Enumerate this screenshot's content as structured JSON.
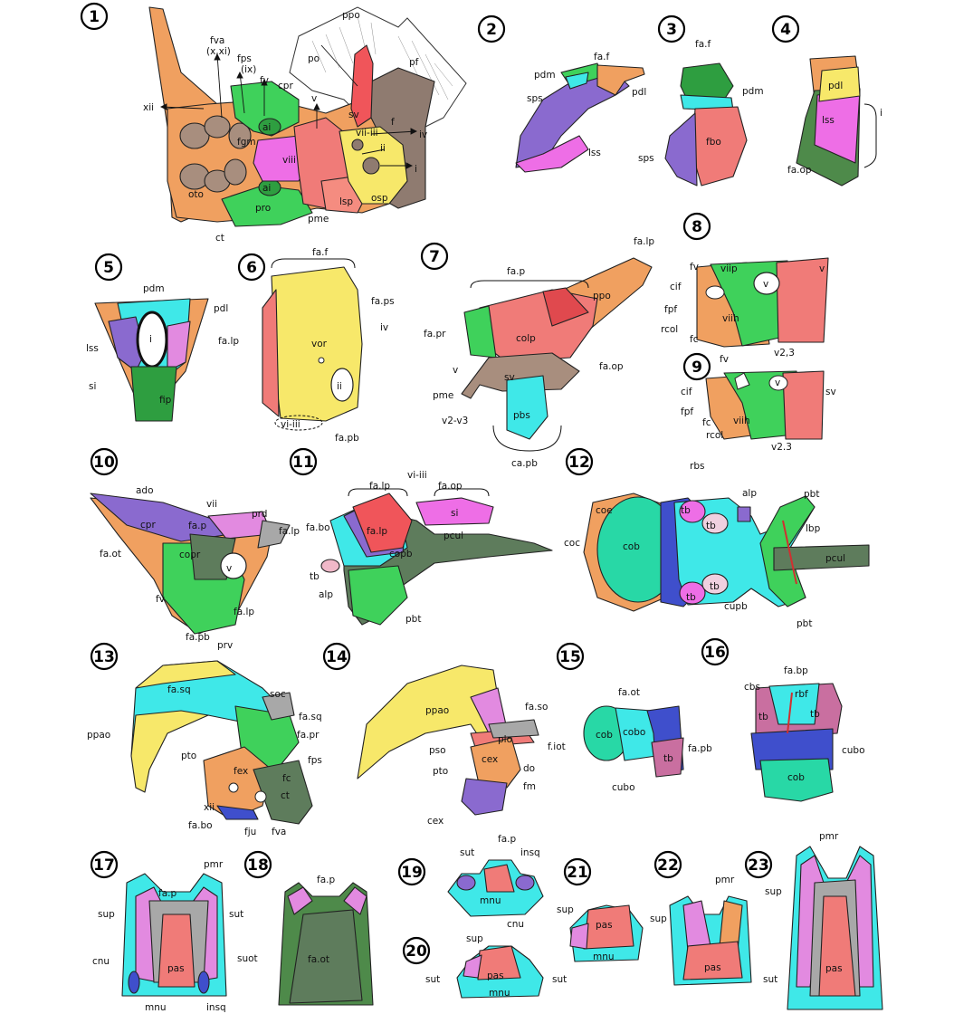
{
  "palette": {
    "orange": "#F0A060",
    "taupe": "#A88E7E",
    "green": "#3FD15B",
    "darkgreen": "#4E8A4A",
    "olive": "#5E7C5C",
    "pink": "#F07B78",
    "salmon": "#F58C80",
    "magenta": "#EE6EE6",
    "lilac": "#E28AE0",
    "purple": "#8A6ACF",
    "blue": "#3F4FCC",
    "cyan": "#3FE8E8",
    "teal": "#28D8A6",
    "yellow": "#F7E86A",
    "grey": "#A8A8A8",
    "brown": "#8F7B70",
    "rose": "#C96FA0"
  },
  "figure_numbers": [
    "1",
    "2",
    "3",
    "4",
    "5",
    "6",
    "7",
    "8",
    "9",
    "10",
    "11",
    "12",
    "13",
    "14",
    "15",
    "16",
    "17",
    "18",
    "19",
    "20",
    "21",
    "22",
    "23"
  ],
  "labels": {
    "f1": [
      "ppo",
      "fva",
      "(x,xi)",
      "fps",
      "(ix)",
      "fv",
      "cpr",
      "po",
      "pf",
      "xii",
      "v",
      "sv",
      "f",
      "vii-iii",
      "iv",
      "ii",
      "i",
      "fgm",
      "ai",
      "viii",
      "ai",
      "oto",
      "pro",
      "pme",
      "lsp",
      "osp",
      "ct"
    ],
    "f2": [
      "pdm",
      "fa.f",
      "sps",
      "pdl",
      "lss"
    ],
    "f3": [
      "fa.f",
      "pdm",
      "fbo",
      "sps"
    ],
    "f4": [
      "pdl",
      "lss",
      "i",
      "fa.op"
    ],
    "f5": [
      "pdm",
      "pdl",
      "lss",
      "i",
      "si",
      "fip"
    ],
    "f6": [
      "fa.f",
      "fa.ps",
      "iv",
      "vor",
      "fa.lp",
      "ii",
      "vi-iii",
      "fa.pb"
    ],
    "f7": [
      "fa.lp",
      "fa.p",
      "ppo",
      "fa.pr",
      "colp",
      "fa.op",
      "v",
      "sv",
      "pme",
      "pbs",
      "v2-v3",
      "ca.pb"
    ],
    "f8": [
      "fv",
      "viip",
      "cif",
      "v",
      "v",
      "fpf",
      "viih",
      "rcol",
      "fc",
      "v2,3"
    ],
    "f9": [
      "fv",
      "cif",
      "v",
      "sv",
      "fpf",
      "viih",
      "fc",
      "rcol",
      "v2.3"
    ],
    "f10": [
      "ado",
      "vii",
      "fa.p",
      "prd",
      "fa.lp",
      "cpr",
      "copr",
      "fa.ot",
      "v",
      "fv",
      "fa.lp",
      "fa.pb",
      "prv"
    ],
    "f11": [
      "fa.lp",
      "vi-iii",
      "fa.op",
      "fa.bo",
      "si",
      "fa.lp",
      "pcul",
      "copb",
      "tb",
      "alp",
      "pbt"
    ],
    "f12": [
      "rbs",
      "alp",
      "pbt",
      "coe",
      "tb",
      "tb",
      "lbp",
      "coc",
      "cob",
      "pcul",
      "tb",
      "tb",
      "cupb",
      "pbt"
    ],
    "f13": [
      "fa.sq",
      "soc",
      "fa.sq",
      "fa.pr",
      "ppao",
      "fps",
      "pto",
      "fex",
      "fc",
      "xii",
      "ct",
      "fa.bo",
      "fju",
      "fva"
    ],
    "f14": [
      "ppao",
      "fa.so",
      "pso",
      "plo",
      "f.iot",
      "pto",
      "cex",
      "do",
      "fm",
      "cex"
    ],
    "f15": [
      "fa.ot",
      "cob",
      "cobo",
      "fa.pb",
      "tb",
      "cubo"
    ],
    "f16": [
      "fa.bp",
      "cbs",
      "rbf",
      "tb",
      "tb",
      "cubo",
      "cob"
    ],
    "f17": [
      "pmr",
      "fa.p",
      "sup",
      "sut",
      "cnu",
      "pas",
      "suot",
      "mnu",
      "insq"
    ],
    "f18": [
      "fa.p",
      "fa.ot"
    ],
    "f19": [
      "fa.p",
      "sut",
      "insq",
      "mnu",
      "cnu"
    ],
    "f20": [
      "sup",
      "sut",
      "pas",
      "sut",
      "mnu"
    ],
    "f21": [
      "sup",
      "pas",
      "mnu"
    ],
    "f22": [
      "pmr",
      "sup",
      "pas"
    ],
    "f23": [
      "pmr",
      "sup",
      "sut",
      "pas"
    ]
  }
}
